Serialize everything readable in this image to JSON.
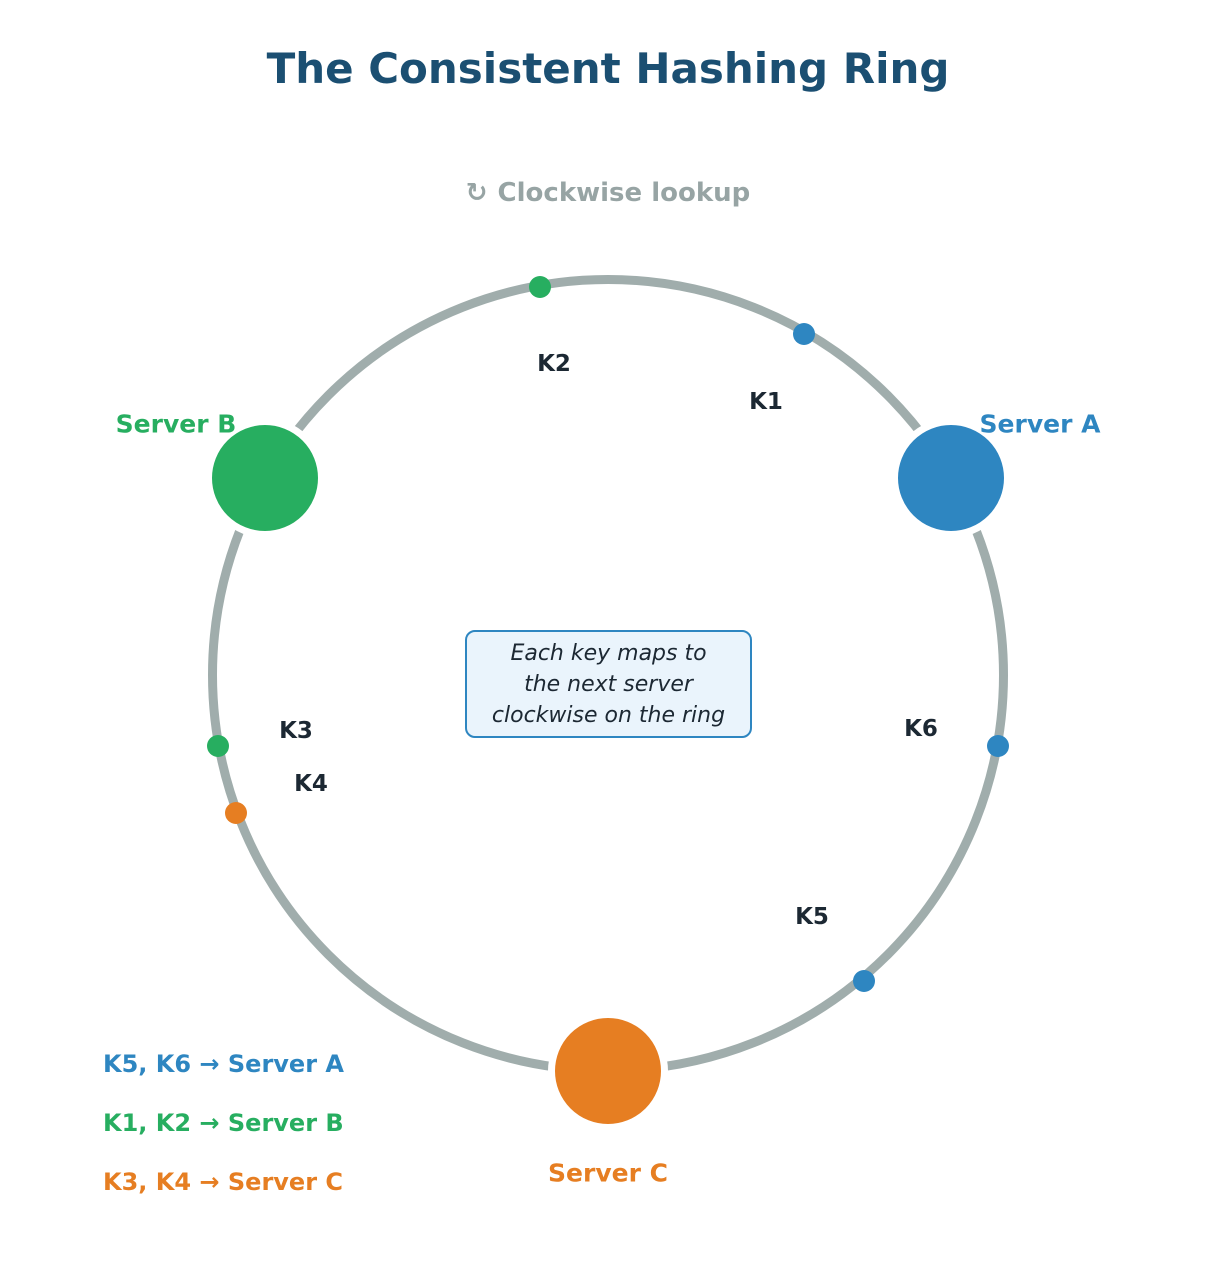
{
  "title": "The Consistent Hashing Ring",
  "subtitle": {
    "icon": "↻",
    "label": "Clockwise lookup"
  },
  "colors": {
    "title_navy": "#1B4F72",
    "subtitle_gray": "#97A4A4",
    "ring_gray": "#A0ADAC",
    "server_a_blue": "#2E86C1",
    "server_b_green": "#27AE60",
    "server_c_orange": "#E67E22",
    "key_label_dark": "#1C2833",
    "note_background": "#EAF4FC",
    "note_border": "#2E86C1"
  },
  "servers": [
    {
      "id": "A",
      "label": "Server A",
      "color": "#2E86C1"
    },
    {
      "id": "B",
      "label": "Server B",
      "color": "#27AE60"
    },
    {
      "id": "C",
      "label": "Server C",
      "color": "#E67E22"
    }
  ],
  "keys": [
    {
      "id": "K1",
      "color": "#2E86C1"
    },
    {
      "id": "K2",
      "color": "#27AE60"
    },
    {
      "id": "K3",
      "color": "#27AE60"
    },
    {
      "id": "K4",
      "color": "#E67E22"
    },
    {
      "id": "K5",
      "color": "#2E86C1"
    },
    {
      "id": "K6",
      "color": "#2E86C1"
    }
  ],
  "note": {
    "line1": "Each key maps to",
    "line2": "the next server",
    "line3": "clockwise on the ring"
  },
  "legend": [
    {
      "text": "K5, K6 → Server A",
      "color": "#2E86C1"
    },
    {
      "text": "K1, K2 → Server B",
      "color": "#27AE60"
    },
    {
      "text": "K3, K4 → Server C",
      "color": "#E67E22"
    }
  ]
}
